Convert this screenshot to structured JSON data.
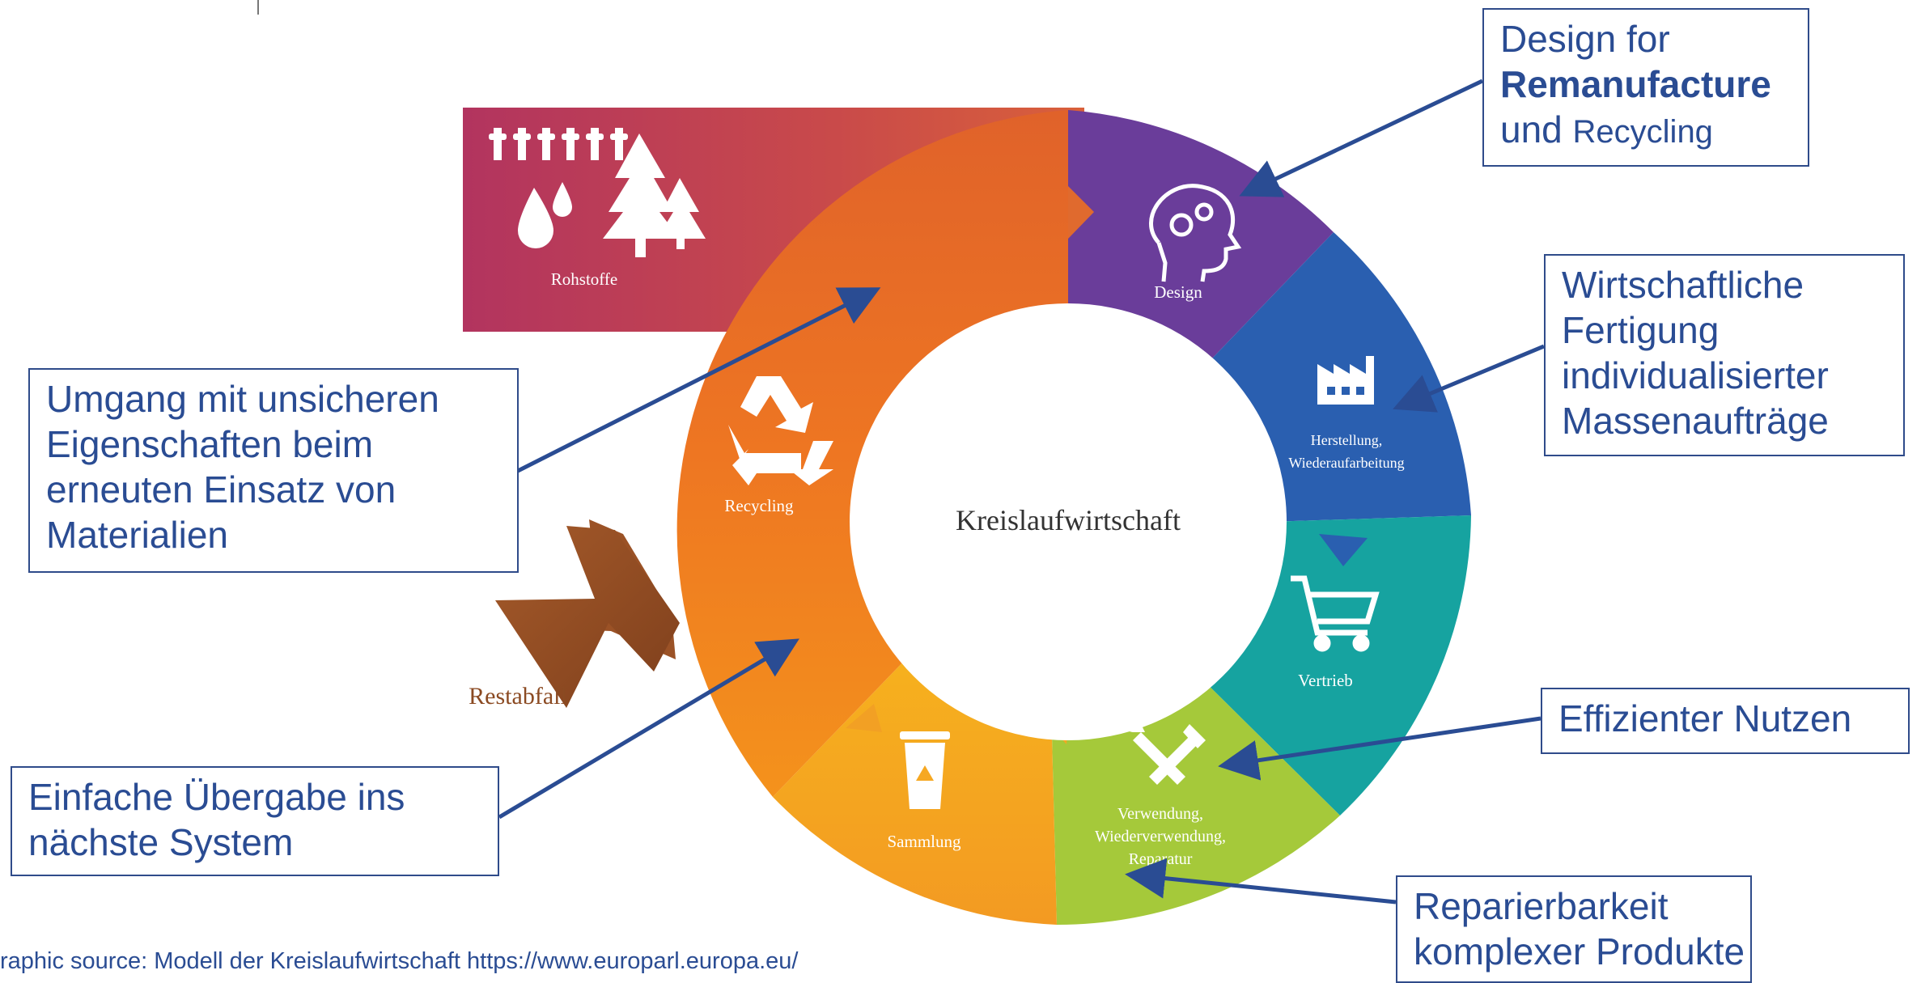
{
  "center_label": "Kreislaufwirtschaft",
  "segments": {
    "rohstoffe": "Rohstoffe",
    "design": "Design",
    "herstellung_1": "Herstellung,",
    "herstellung_2": "Wiederaufarbeitung",
    "vertrieb": "Vertrieb",
    "verwendung_1": "Verwendung,",
    "verwendung_2": "Wiederverwendung,",
    "verwendung_3": "Reparatur",
    "sammlung": "Sammlung",
    "recycling": "Recycling"
  },
  "restabfall": "Restabfall",
  "callouts": {
    "design": {
      "line1": "Design for",
      "line2": "Remanufacture",
      "line3a": "und ",
      "line3b": "Recycling"
    },
    "fertigung": {
      "line1": "Wirtschaftliche",
      "line2": "Fertigung",
      "line3": "individualisierter",
      "line4": "Massenaufträge"
    },
    "nutzen": {
      "line1": "Effizienter Nutzen"
    },
    "reparierbarkeit": {
      "line1": "Reparierbarkeit",
      "line2": "komplexer Produkte"
    },
    "umgang": {
      "line1": "Umgang mit unsicheren",
      "line2": "Eigenschaften beim",
      "line3": "erneuten Einsatz von",
      "line4": "Materialien"
    },
    "uebergabe": {
      "line1": "Einfache Übergabe ins",
      "line2": "nächste System"
    }
  },
  "source_text": "raphic source: Modell der Kreislaufwirtschaft https://www.europarl.europa.eu/",
  "colors": {
    "callout_text": "#2a4c93",
    "callout_border": "#2f4b8a",
    "arrow": "#2a4c93",
    "rohstoffe": "#b83a5e",
    "design": "#6a3d9a",
    "herstellung": "#2a5fb0",
    "vertrieb": "#16a3a0",
    "verwendung": "#a5c93a",
    "sammlung": "#f4a322",
    "recycling": "#ef7a22",
    "restabfall": "#8b4a22"
  }
}
